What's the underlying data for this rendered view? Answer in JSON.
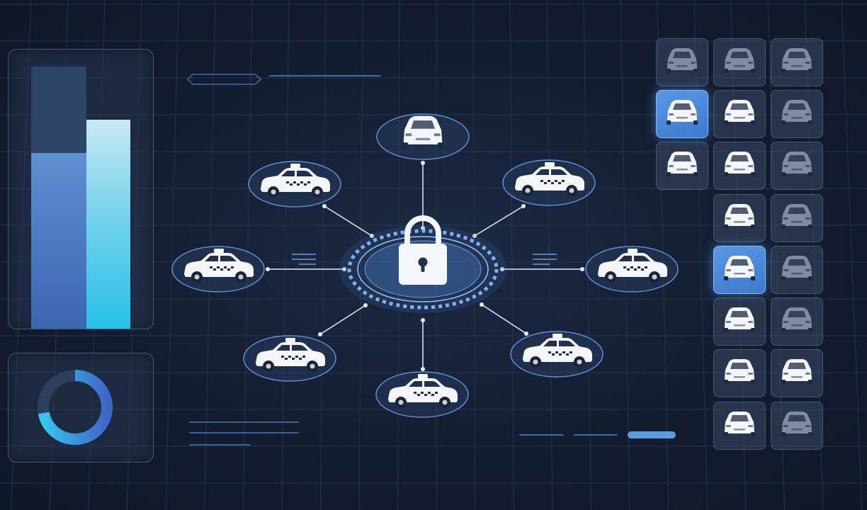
{
  "colors": {
    "background": "#131d30",
    "accent": "#5a9be0",
    "bar_primary": "#3a66b0",
    "bar_secondary": "#27c0e8",
    "car_white": "#f2f5f9",
    "car_dim": "#7f8ca4"
  },
  "bar_chart": {
    "bars": [
      {
        "name": "bar-left",
        "level": 0.63,
        "track_level": 0.94
      },
      {
        "name": "bar-right",
        "level": 0.75
      }
    ]
  },
  "donut": {
    "level": 0.72
  },
  "hub": {
    "icon": "padlock-icon"
  },
  "network_nodes": [
    {
      "icon": "car-icon",
      "vehicle": "car",
      "color": "white"
    },
    {
      "icon": "taxi-icon",
      "vehicle": "taxi"
    },
    {
      "icon": "taxi-icon",
      "vehicle": "taxi"
    },
    {
      "icon": "taxi-icon",
      "vehicle": "taxi"
    },
    {
      "icon": "taxi-icon",
      "vehicle": "taxi"
    },
    {
      "icon": "taxi-icon",
      "vehicle": "taxi"
    },
    {
      "icon": "taxi-icon",
      "vehicle": "taxi"
    },
    {
      "icon": "taxi-icon",
      "vehicle": "taxi"
    }
  ],
  "vehicle_grid": {
    "icon": "car-icon",
    "rows": [
      [
        "dim",
        "dim",
        "dim"
      ],
      [
        "selected",
        "white",
        "dim"
      ],
      [
        "white",
        "white",
        "dim"
      ],
      [
        "empty",
        "white",
        "dim"
      ],
      [
        "empty",
        "selected",
        "dim"
      ],
      [
        "empty",
        "white",
        "dim"
      ],
      [
        "empty",
        "white",
        "white"
      ],
      [
        "empty",
        "white",
        "dim"
      ]
    ]
  }
}
